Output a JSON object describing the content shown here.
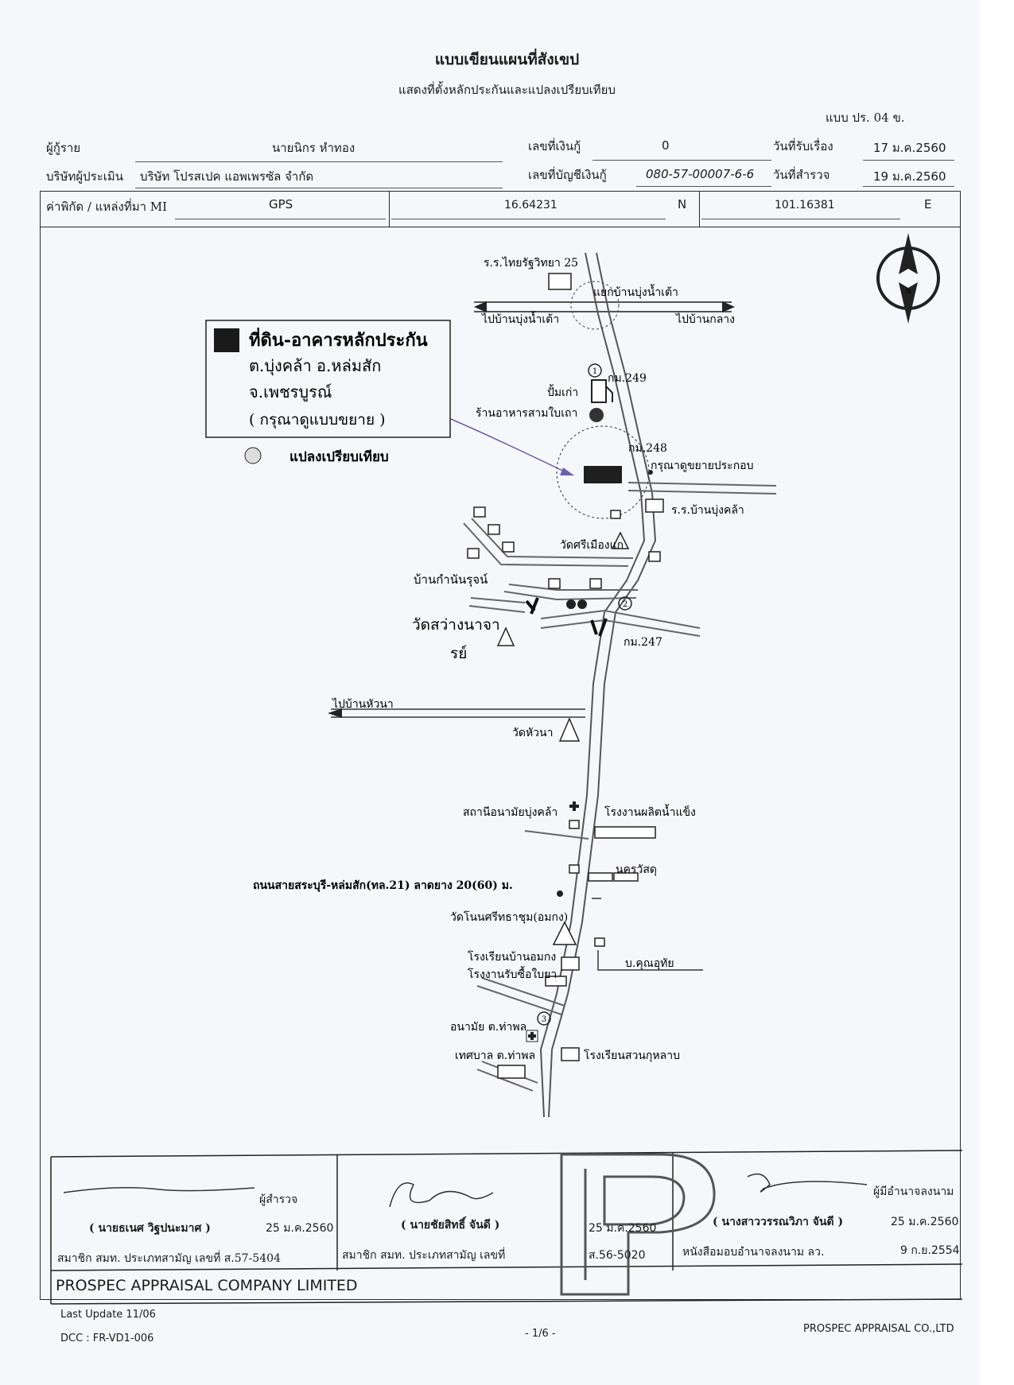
{
  "header": {
    "title": "แบบเขียนแผนที่สังเขป",
    "subtitle": "แสดงที่ตั้งหลักประกันและแปลงเปรียบเทียบ",
    "form_code": "แบบ ปร. 04 ข."
  },
  "fields": {
    "borrower": {
      "label": "ผู้กู้ราย",
      "value": "นายนิกร หำทอง"
    },
    "loan_number": {
      "label": "เลขที่เงินกู้",
      "value": "0"
    },
    "received_date": {
      "label": "วันที่รับเรื่อง",
      "value": "17 ม.ค.2560"
    },
    "appraiser_company": {
      "label": "บริษัทผู้ประเมิน",
      "value": "บริษัท โปรสเปค แอพเพรซัล จำกัด"
    },
    "account_number": {
      "label": "เลขที่บัญชีเงินกู้",
      "value": "080-57-00007-6-6"
    },
    "survey_date": {
      "label": "วันที่สำรวจ",
      "value": "19 ม.ค.2560"
    }
  },
  "coordinates": {
    "label": "ค่าพิกัด / แหล่งที่มา MI",
    "source": "GPS",
    "latitude": "16.64231",
    "lat_dir": "N",
    "longitude": "101.16381",
    "lon_dir": "E"
  },
  "legend": {
    "subject_title": "ที่ดิน-อาคารหลักประกัน",
    "subject_line1": "ต.บุ่งคล้า อ.หล่มสัก",
    "subject_line2": "จ.เพชรบูรณ์",
    "subject_line3": "( กรุณาดูแบบขยาย )",
    "comparable_label": "แปลงเปรียบเทียบ"
  },
  "map": {
    "north_letter": "N",
    "markers": [
      "1",
      "2",
      "3"
    ],
    "labels": [
      "ร.ร.ไทยรัฐวิทยา 25",
      "แยกบ้านบุ่งน้ำเต้า",
      "ไปบ้านบุ่งน้ำเต้า",
      "ไปบ้านกลาง",
      "กม.249",
      "ปั้มเก่า",
      "ร้านอาหารสามใบเถา",
      "กม.248",
      "กรุณาดูขยายประกอบ",
      "ร.ร.บ้านบุ่งคล้า",
      "วัดศรีเมืองแก",
      "บ้านกำนันรุจน์",
      "วัดสว่างนาจา",
      "รย์",
      "กม.247",
      "ไปบ้านหัวนา",
      "วัดหัวนา",
      "สถานีอนามัยบุ่งคล้า",
      "โรงงานผลิตน้ำแข็ง",
      "นครวัสดุ",
      "ถนนสายสระบุรี-หล่มสัก(ทล.21) ลาดยาง 20(60) ม.",
      "วัดโนนศรีทธาชุม(อมกง)",
      "โรงเรียนบ้านอมกง",
      "โรงงานรับซื้อใบยา",
      "บ.คุณอุทัย",
      "อนามัย ต.ท่าพล",
      "โรงเรียนสวนกุหลาบ",
      "เทศบาล ต.ท่าพล"
    ]
  },
  "signatures": {
    "surveyor": {
      "role": "ผู้สำรวจ",
      "name": "( นายธเนศ วิฐปนะมาศ )",
      "date": "25 ม.ค.2560",
      "membership": "สมาชิก สมท. ประเภทสามัญ เลขที่ ส.57-5404"
    },
    "reviewer": {
      "name": "( นายชัยสิทธิ์ จันดี )",
      "membership": "สมาชิก สมท. ประเภทสามัญ เลขที่",
      "date": "25 ม.ค.2560",
      "license": "ส.56-5020"
    },
    "authorized": {
      "role": "ผู้มีอำนาจลงนาม",
      "name": "( นางสาววรรณวิภา จันดี )",
      "date": "25 ม.ค.2560",
      "letter": "หนังสือมอบอำนาจลงนาม ลว.",
      "letter_date": "9 ก.ย.2554"
    }
  },
  "footer": {
    "company": "PROSPEC APPRAISAL COMPANY LIMITED",
    "last_update": "Last Update 11/06",
    "doc_code": "DCC : FR-VD1-006",
    "page": "- 1/6 -",
    "company_short": "PROSPEC APPRAISAL CO.,LTD"
  }
}
